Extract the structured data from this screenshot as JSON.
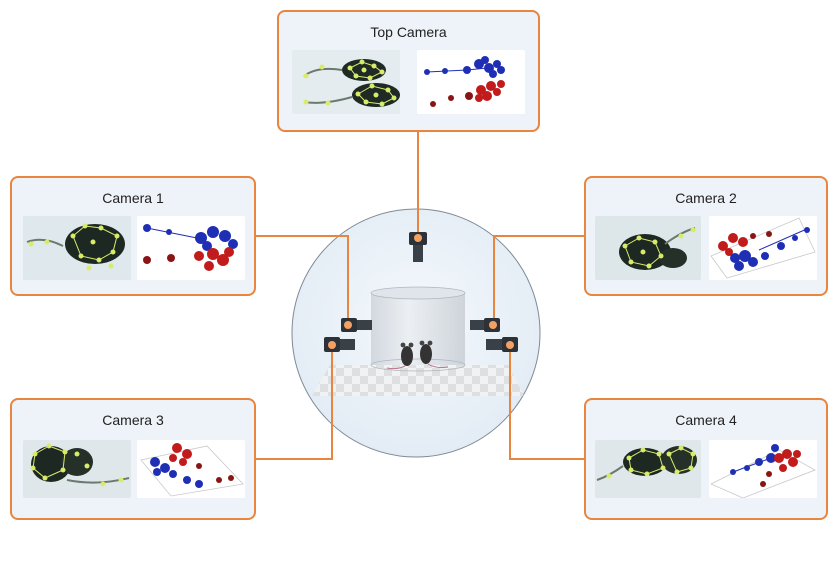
{
  "panels": {
    "top": {
      "title": "Top Camera"
    },
    "cam1": {
      "title": "Camera 1"
    },
    "cam2": {
      "title": "Camera 2"
    },
    "cam3": {
      "title": "Camera 3"
    },
    "cam4": {
      "title": "Camera 4"
    }
  },
  "colors": {
    "accent": "#e8853f",
    "panel_bg": "#eef3f9",
    "keypoint": "#d8ec6a",
    "animal_blue": "#1f2fb5",
    "animal_red": "#c21b1b"
  },
  "icons": [
    "camera-icon",
    "mouse-icon",
    "arena-cylinder",
    "checkerboard-floor"
  ]
}
